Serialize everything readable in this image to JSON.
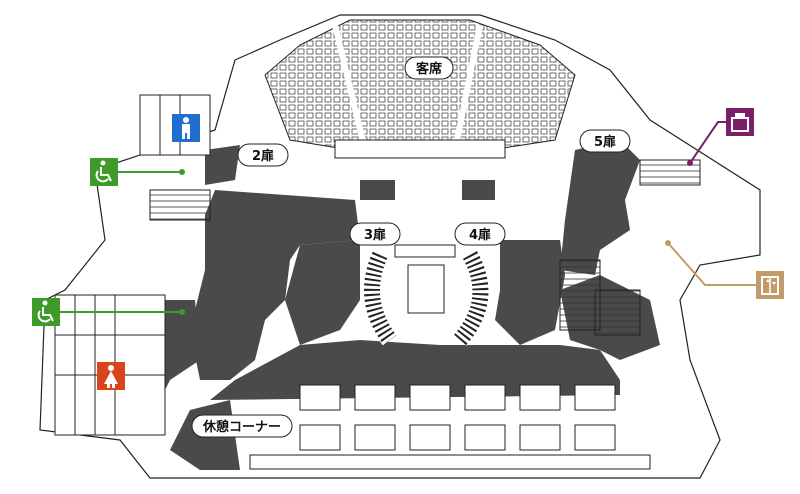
{
  "labels": {
    "seats": "客席",
    "door2": "2扉",
    "door3": "3扉",
    "door4": "4扉",
    "door5": "5扉",
    "lounge": "休憩コーナー"
  },
  "icons": {
    "restroom_men": "male-restroom-icon",
    "restroom_women": "female-restroom-icon",
    "accessible_upper": "wheelchair-icon",
    "accessible_lower": "wheelchair-icon",
    "coin_locker": "locker-icon",
    "elevator": "elevator-icon"
  },
  "colors": {
    "men": "#1f6fd1",
    "women": "#d9441a",
    "accessible": "#3f9a2a",
    "locker": "#7a1f6a",
    "elevator": "#c59a6a",
    "floor_dark": "#4a4a4a",
    "line": "#222222"
  }
}
